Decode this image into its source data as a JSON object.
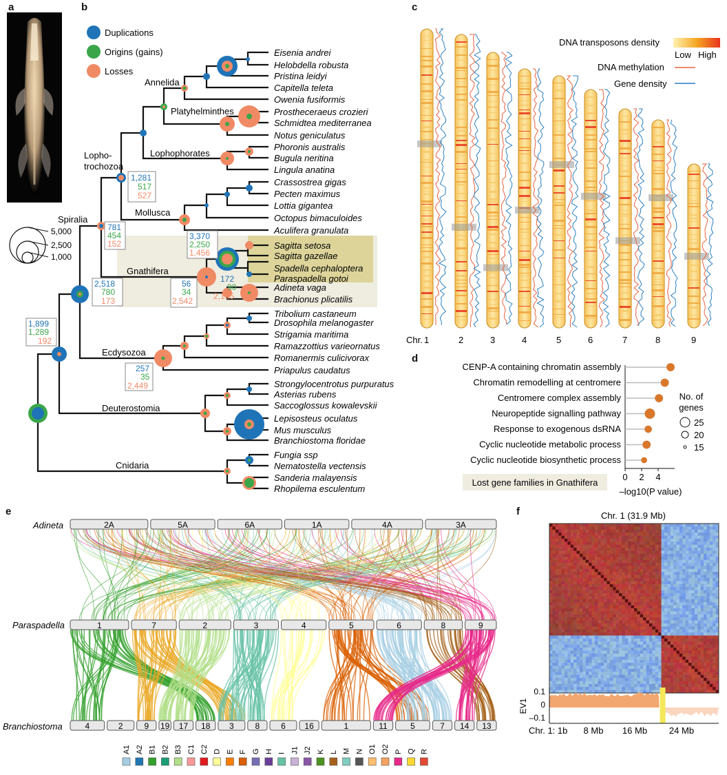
{
  "panels": {
    "a": "a",
    "b": "b",
    "c": "c",
    "d": "d",
    "e": "e",
    "f": "f"
  },
  "legend_b": {
    "items": [
      {
        "label": "Duplications",
        "color": "#1f74b8"
      },
      {
        "label": "Origins (gains)",
        "color": "#3aa649"
      },
      {
        "label": "Losses",
        "color": "#f08a65"
      }
    ],
    "scale": [
      "5,000",
      "2,500",
      "1,000"
    ]
  },
  "species": [
    "Eisenia andrei",
    "Helobdella robusta",
    "Pristina leidyi",
    "Capitella teleta",
    "Owenia fusiformis",
    "Prostheceraeus crozieri",
    "Schmidtea mediterranea",
    "Notus geniculatus",
    "Phoronis australis",
    "Bugula neritina",
    "Lingula anatina",
    "Crassostrea gigas",
    "Pecten maximus",
    "Lottia gigantea",
    "Octopus bimaculoides",
    "Aculifera granulata",
    "Sagitta setosa",
    "Sagitta  gazellae",
    "Spadella cephaloptera",
    "Paraspadella gotoi",
    "Adineta vaga",
    "Brachionus plicatilis",
    "Tribolium castaneum",
    "Drosophila melanogaster",
    "Strigamia maritima",
    "Ramazzottius varieornatus",
    "Romanermis culicivorax",
    "Priapulus caudatus",
    "Strongylocentrotus purpuratus",
    "Asterias rubens",
    "Saccoglossus kowalevskii",
    "Lepisosteus oculatus",
    "Mus musculus",
    "Branchiostoma floridae",
    "Fungia ssp",
    "Nematostella vectensis",
    "Sanderia malayensis",
    "Rhopilema esculentum"
  ],
  "clades": {
    "annelida": "Annelida",
    "platy": "Platyhelminthes",
    "lopho1": "Lopho-",
    "lopho2": "trochozoa",
    "lophophorates": "Lophophorates",
    "mollusca": "Mollusca",
    "spiralia": "Spiralia",
    "gnathifera": "Gnathifera",
    "ecdysozoa": "Ecdysozoa",
    "deuterostomia": "Deuterostomia",
    "cnidaria": "Cnidaria"
  },
  "node_counts": [
    {
      "dup": "1,281",
      "gain": "517",
      "loss": "527"
    },
    {
      "dup": "781",
      "gain": "454",
      "loss": "152"
    },
    {
      "dup": "3,370",
      "gain": "2,250",
      "loss": "1,456"
    },
    {
      "dup": "2,518",
      "gain": "780",
      "loss": "173"
    },
    {
      "dup": "56",
      "gain": "34",
      "loss": "2,542"
    },
    {
      "dup": "172",
      "gain": "90",
      "loss": "2,165"
    },
    {
      "dup": "1,899",
      "gain": "1,289",
      "loss": "192"
    },
    {
      "dup": "257",
      "gain": "35",
      "loss": "2,449"
    }
  ],
  "legend_c": {
    "density": "DNA transposons density",
    "low": "Low",
    "high": "High",
    "methylation": "DNA methylation",
    "gene": "Gene density",
    "chr_prefix": "Chr.",
    "chromosomes": [
      "1",
      "2",
      "3",
      "4",
      "5",
      "6",
      "7",
      "8",
      "9"
    ]
  },
  "chart_data": [
    {
      "type": "scatter",
      "title": "",
      "categories": [
        "CENP-A containing chromatin assembly",
        "Chromatin remodelling at centromere",
        "Centromere complex assembly",
        "Neuropeptide signalling pathway",
        "Response to exogenous dsRNA",
        "Cyclic nucleotide metabolic process",
        "Cyclic nucleotide biosynthetic process"
      ],
      "values": [
        5.5,
        4.8,
        4.1,
        3.0,
        2.8,
        2.6,
        2.3
      ],
      "sizes": [
        19,
        19,
        19,
        24,
        17,
        19,
        14
      ],
      "xlabel": "–log10(P value)",
      "xticks": [
        "0",
        "2",
        "4"
      ],
      "xlim": [
        0,
        6
      ],
      "size_legend_title": [
        "No. of",
        "genes"
      ],
      "size_legend": [
        "25",
        "20",
        "15"
      ],
      "footer": "Lost gene families in Gnathifera"
    },
    {
      "type": "line",
      "title": "Chr. 1 (31.9 Mb)",
      "ylabel": "EV1",
      "yticks": [
        "0.1",
        "0",
        "–0.1"
      ],
      "xtick_labels": [
        "Chr. 1: 1b",
        "8 Mb",
        "16 Mb",
        "24 Mb"
      ]
    }
  ],
  "panel_e": {
    "rows": [
      "Adineta",
      "Paraspadella",
      "Branchiostoma"
    ],
    "top": [
      "2A",
      "5A",
      "6A",
      "1A",
      "4A",
      "3A"
    ],
    "mid": [
      "1",
      "7",
      "2",
      "3",
      "4",
      "5",
      "6",
      "8",
      "9"
    ],
    "bottom": [
      "4",
      "2",
      "9",
      "19",
      "17",
      "18",
      "3",
      "8",
      "6",
      "16",
      "1",
      "11",
      "5",
      "7",
      "14",
      "13"
    ],
    "legend": [
      {
        "label": "A1",
        "color": "#a6cee3"
      },
      {
        "label": "A2",
        "color": "#1f78b4"
      },
      {
        "label": "B1",
        "color": "#33a02c"
      },
      {
        "label": "B2",
        "color": "#1b9e77"
      },
      {
        "label": "B3",
        "color": "#b2df8a"
      },
      {
        "label": "C1",
        "color": "#fb9a99"
      },
      {
        "label": "C2",
        "color": "#e31a1c"
      },
      {
        "label": "D",
        "color": "#ffff99"
      },
      {
        "label": "E",
        "color": "#ff7f00"
      },
      {
        "label": "F",
        "color": "#d95f02"
      },
      {
        "label": "G",
        "color": "#7570b3"
      },
      {
        "label": "H",
        "color": "#6a3d9a"
      },
      {
        "label": "I",
        "color": "#66c2a5"
      },
      {
        "label": "J1",
        "color": "#cab2d6"
      },
      {
        "label": "J2",
        "color": "#8856a7"
      },
      {
        "label": "K",
        "color": "#4d9221"
      },
      {
        "label": "L",
        "color": "#a6611a"
      },
      {
        "label": "M",
        "color": "#80cdc1"
      },
      {
        "label": "N",
        "color": "#555555"
      },
      {
        "label": "O1",
        "color": "#fdbf6f"
      },
      {
        "label": "O2",
        "color": "#f4a261"
      },
      {
        "label": "P",
        "color": "#e7298a"
      },
      {
        "label": "Q",
        "color": "#ffd92f"
      },
      {
        "label": "R",
        "color": "#e34a33"
      }
    ]
  }
}
